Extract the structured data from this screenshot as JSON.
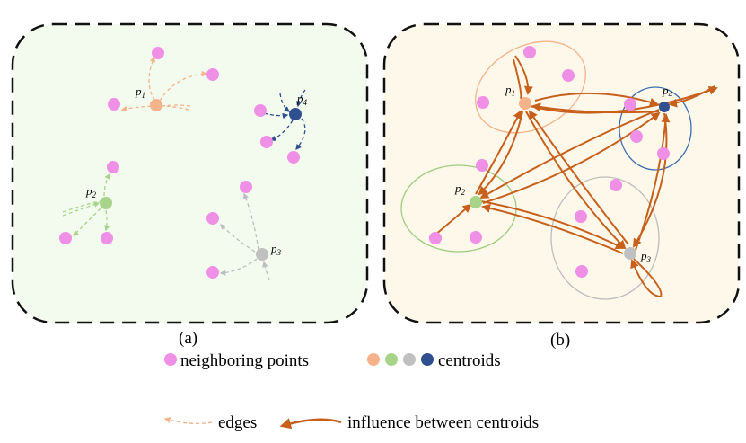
{
  "panel_a": {
    "caption": "(a)",
    "centroids": [
      {
        "label": "p",
        "sub": "1",
        "color": "#f5b38c"
      },
      {
        "label": "p",
        "sub": "2",
        "color": "#a8d48a"
      },
      {
        "label": "p",
        "sub": "3",
        "color": "#c0c0c0"
      },
      {
        "label": "p",
        "sub": "4",
        "color": "#2f4f8f"
      }
    ]
  },
  "panel_b": {
    "caption": "(b)",
    "centroids": [
      {
        "label": "p",
        "sub": "1",
        "color": "#f5b38c"
      },
      {
        "label": "p",
        "sub": "2",
        "color": "#a8d48a"
      },
      {
        "label": "p",
        "sub": "3",
        "color": "#c0c0c0"
      },
      {
        "label": "p",
        "sub": "4",
        "color": "#2f4f8f"
      }
    ]
  },
  "legend": {
    "neighboring_points": "neighboring points",
    "centroids": "centroids",
    "edges": "edges",
    "influence": "influence between centroids"
  },
  "colors": {
    "neighbor": "#f08fe6",
    "panel_a_bg": "#f3fbef",
    "panel_b_bg": "#fdf8ea",
    "influence": "#c8601c",
    "ellipse_p1": "#f5b38c",
    "ellipse_p2": "#9ccd7e",
    "ellipse_p3": "#bdbdbd",
    "ellipse_p4": "#3b6fb0"
  }
}
